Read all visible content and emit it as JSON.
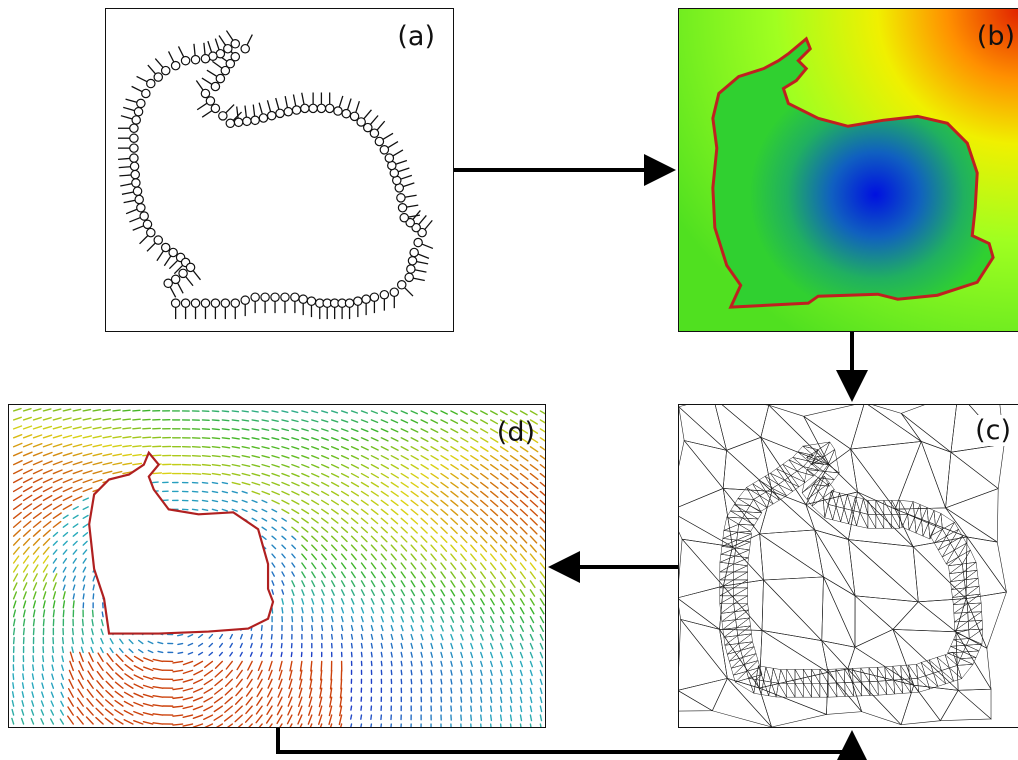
{
  "panels": {
    "a": {
      "label": "(a)"
    },
    "b": {
      "label": "(b)"
    },
    "c": {
      "label": "(c)"
    },
    "d": {
      "label": "(d)"
    }
  },
  "colors": {
    "outline": "#b02020",
    "far_field": "#e03000",
    "mid_field": "#80e000",
    "near_field": "#20c020",
    "interior": "#0010d0",
    "mesh": "#222222",
    "arrow": "#000000"
  }
}
